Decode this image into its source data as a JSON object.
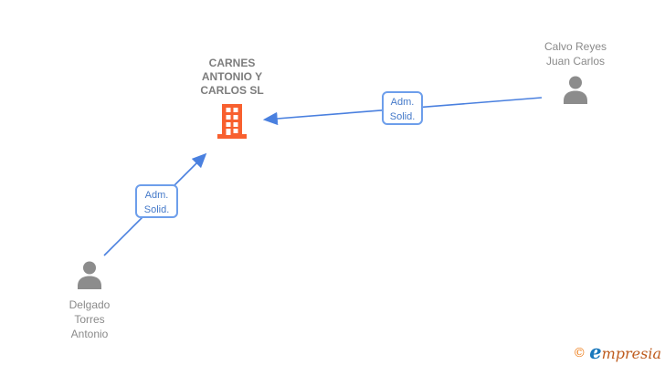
{
  "diagram": {
    "company": {
      "name_lines": [
        "CARNES",
        "ANTONIO Y",
        "CARLOS SL"
      ],
      "icon": "building-icon",
      "icon_color": "#f8602f"
    },
    "persons": [
      {
        "name_lines": [
          "Calvo Reyes",
          "Juan Carlos"
        ],
        "icon": "person-icon"
      },
      {
        "name_lines": [
          "Delgado",
          "Torres",
          "Antonio"
        ],
        "icon": "person-icon"
      }
    ],
    "relations": [
      {
        "label_lines": [
          "Adm.",
          "Solid."
        ],
        "from": "Calvo Reyes Juan Carlos",
        "to": "CARNES ANTONIO Y CARLOS SL"
      },
      {
        "label_lines": [
          "Adm.",
          "Solid."
        ],
        "from": "Delgado Torres Antonio",
        "to": "CARNES ANTONIO Y CARLOS SL"
      }
    ],
    "colors": {
      "edge_blue": "#4a80df",
      "relation_border_blue": "#6d9eeb",
      "relation_text_blue": "#4479c9",
      "person_gray": "#8c8c8c",
      "name_text_gray": "#8a8a8a",
      "company_text_gray": "#7d7d7d",
      "building_orange": "#f8602f"
    }
  },
  "footer": {
    "copyright_symbol": "©",
    "brand_first_letter": "e",
    "brand_rest": "mpresia"
  }
}
